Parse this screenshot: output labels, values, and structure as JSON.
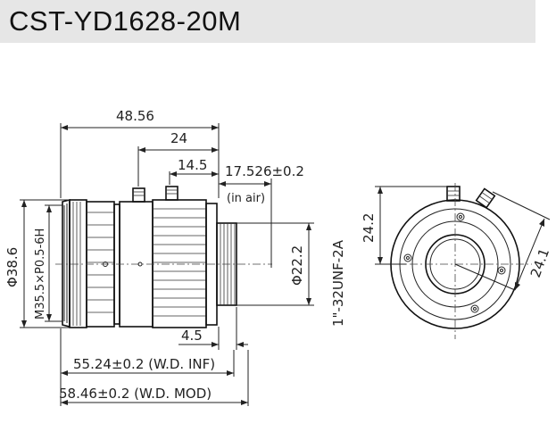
{
  "title": "CST-YD1628-20M",
  "dimensions": {
    "overall_length": "48.56",
    "focus_length": "24",
    "ring_length": "14.5",
    "flange_back": "17.526±0.2",
    "flange_back_note": "(in air)",
    "mount_thread": "1\"-32UNF-2A",
    "mount_diameter": "Φ22.2",
    "outer_diameter": "Φ38.6",
    "filter_thread": "M35.5×P0.5-6H",
    "mount_length": "4.5",
    "wd_inf": "55.24±0.2 (W.D. INF)",
    "wd_mod": "58.46±0.2 (W.D. MOD)",
    "side_height": "24.2",
    "side_diagonal": "24.1"
  }
}
